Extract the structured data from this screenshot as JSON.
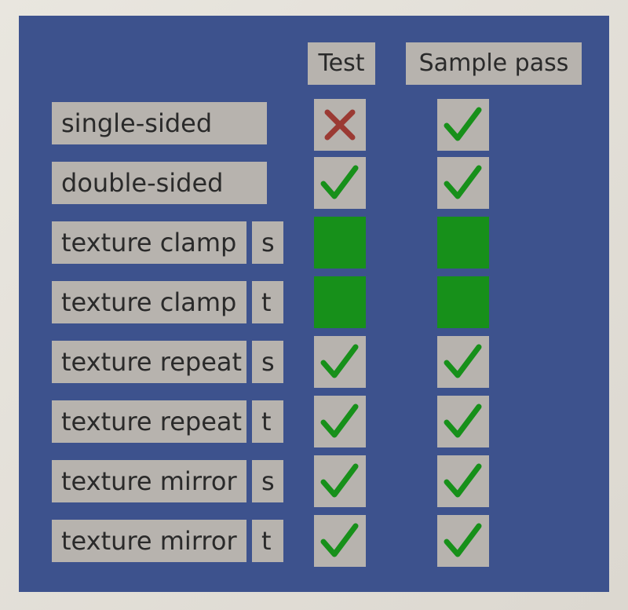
{
  "headers": {
    "test": "Test",
    "sample": "Sample pass"
  },
  "rows": [
    {
      "label": "single-sided",
      "suffix": "",
      "test": "cross",
      "sample": "check"
    },
    {
      "label": "double-sided",
      "suffix": "",
      "test": "check",
      "sample": "check"
    },
    {
      "label": "texture clamp",
      "suffix": "s",
      "test": "green",
      "sample": "green"
    },
    {
      "label": "texture clamp",
      "suffix": "t",
      "test": "green",
      "sample": "green"
    },
    {
      "label": "texture repeat",
      "suffix": "s",
      "test": "check",
      "sample": "check"
    },
    {
      "label": "texture repeat",
      "suffix": "t",
      "test": "check",
      "sample": "check"
    },
    {
      "label": "texture mirror",
      "suffix": "s",
      "test": "check",
      "sample": "check"
    },
    {
      "label": "texture mirror",
      "suffix": "t",
      "test": "check",
      "sample": "check"
    }
  ],
  "colors": {
    "panel": "#3d528d",
    "label_bg": "#b7b3ae",
    "check": "#17901a",
    "cross": "#9b3a33",
    "green_square": "#17901a"
  }
}
